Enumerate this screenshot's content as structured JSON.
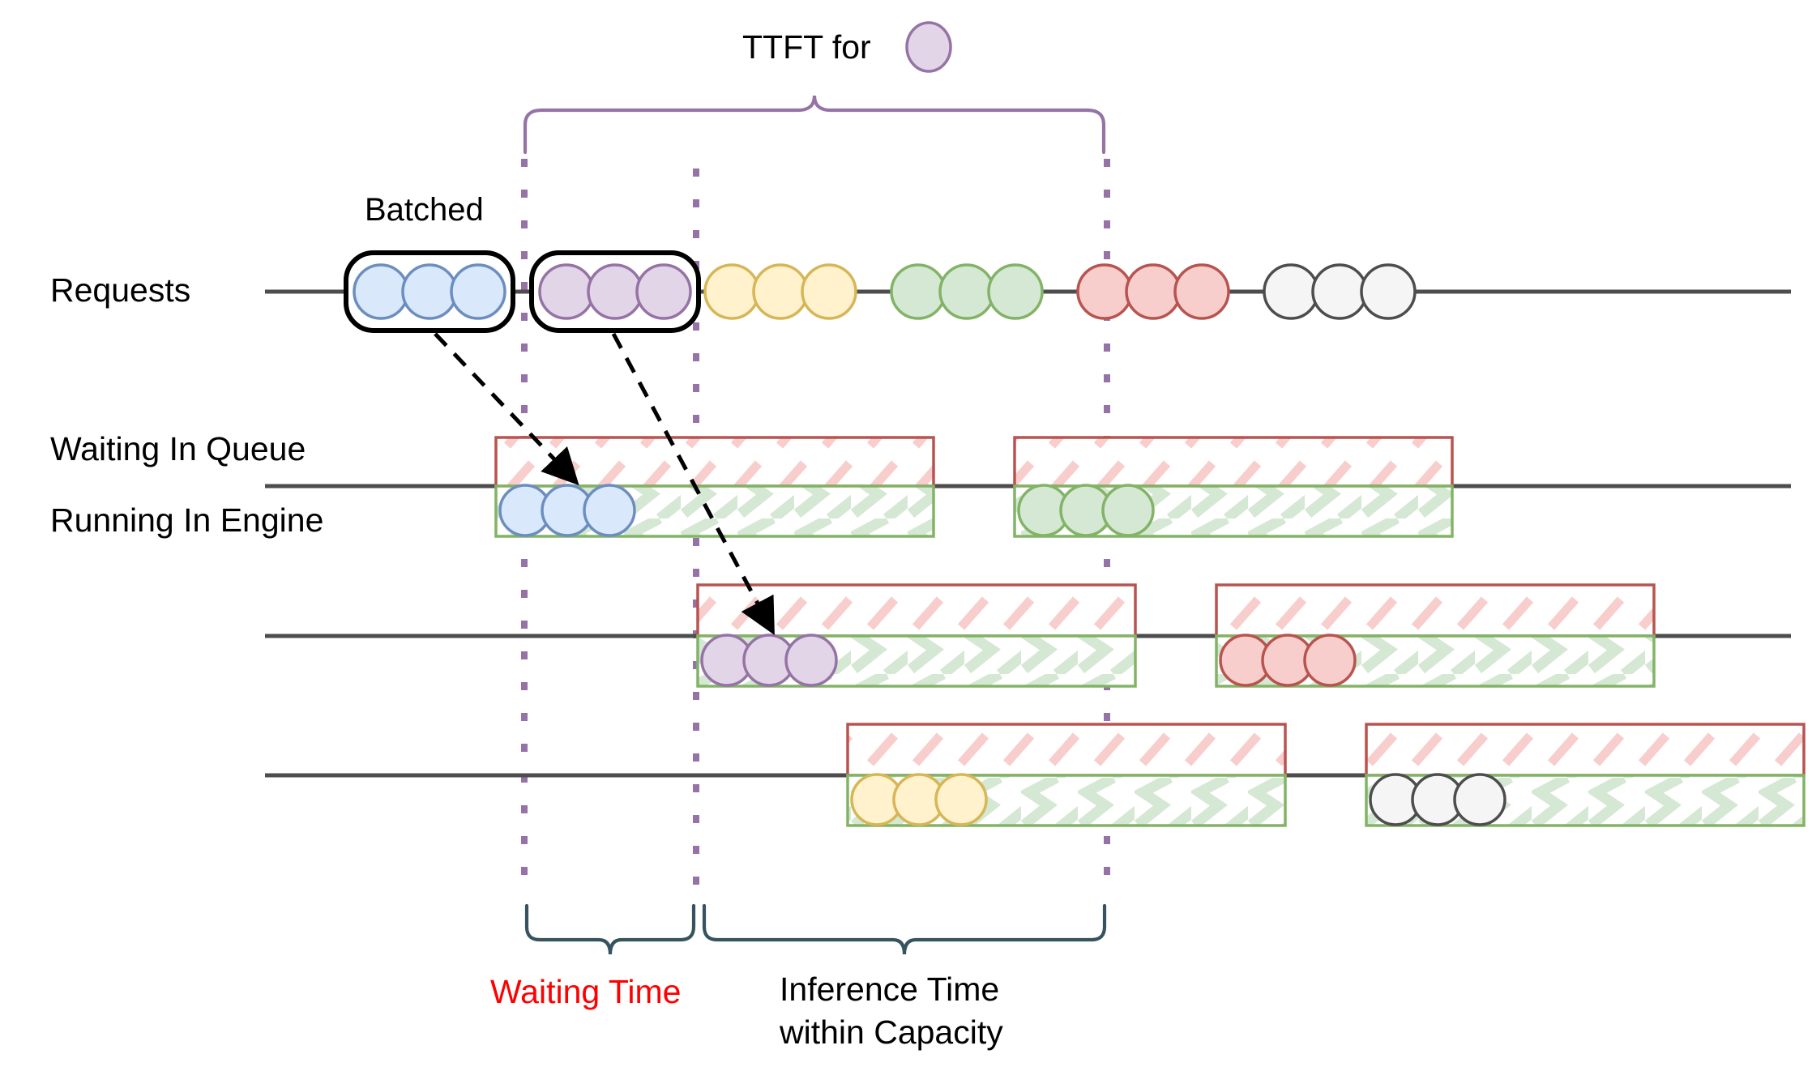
{
  "title": "LLM serving TTFT timeline diagram",
  "labels": {
    "requests": "Requests",
    "batched": "Batched",
    "waiting_in_queue": "Waiting In Queue",
    "running_in_engine": "Running In Engine",
    "ttft_for": "TTFT for",
    "waiting_time": "Waiting Time",
    "inference_time_line1": "Inference Time",
    "inference_time_line2": "within Capacity"
  },
  "colors": {
    "blue_fill": "#dae8fc",
    "blue_stroke": "#6c8ebf",
    "purple_fill": "#e1d5e7",
    "purple_stroke": "#9673a6",
    "yellow_fill": "#fff2cc",
    "yellow_stroke": "#d6b656",
    "green_fill": "#d5e8d4",
    "green_stroke": "#82b366",
    "red_fill": "#f8cecc",
    "red_stroke": "#b85450",
    "gray_fill": "#f5f5f5",
    "gray_stroke": "#4d4d4d",
    "queue_box_stroke": "#b85450",
    "engine_box_stroke": "#82b366",
    "queue_hatch": "#f8cecc",
    "engine_hatch": "#d5e8d4",
    "axis_line": "#4d4d4d",
    "dotted_marker": "#9673a6",
    "brace_top": "#9673a6",
    "brace_bottom": "#36535e",
    "waiting_time_text": "#ff0000",
    "text": "#000000",
    "batch_outline": "#000000",
    "arrow": "#000000"
  },
  "requests_row": {
    "groups": [
      {
        "color_key": "blue",
        "count": 3,
        "batched": true
      },
      {
        "color_key": "purple",
        "count": 3,
        "batched": true
      },
      {
        "color_key": "yellow",
        "count": 3,
        "batched": false
      },
      {
        "color_key": "green",
        "count": 3,
        "batched": false
      },
      {
        "color_key": "red",
        "count": 3,
        "batched": false
      },
      {
        "color_key": "gray",
        "count": 3,
        "batched": false
      }
    ]
  },
  "lanes": [
    {
      "lane_index": 0,
      "has_row_labels": true,
      "blocks": [
        {
          "color_key": "blue",
          "circles": 3
        },
        {
          "color_key": "green",
          "circles": 3
        }
      ]
    },
    {
      "lane_index": 1,
      "has_row_labels": false,
      "blocks": [
        {
          "color_key": "purple",
          "circles": 3
        },
        {
          "color_key": "red",
          "circles": 3
        }
      ]
    },
    {
      "lane_index": 2,
      "has_row_labels": false,
      "blocks": [
        {
          "color_key": "yellow",
          "circles": 3
        },
        {
          "color_key": "gray",
          "circles": 3
        }
      ]
    }
  ],
  "markers": {
    "dotted_lines": 3,
    "arrows": 2
  }
}
